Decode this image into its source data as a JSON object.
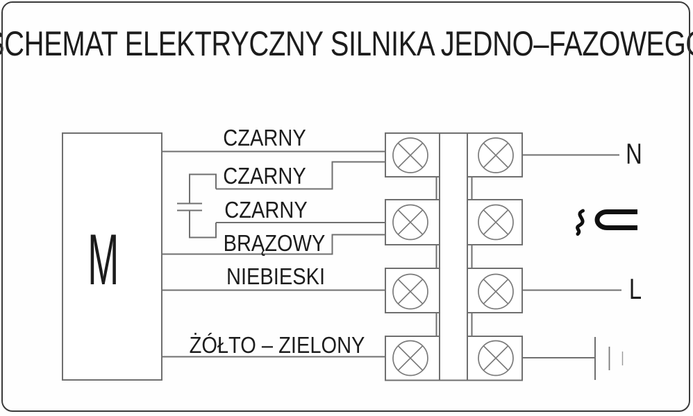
{
  "title": "SCHEMAT ELEKTRYCZNY SILNIKA JEDNO–FAZOWEGO",
  "motor": {
    "label": "M"
  },
  "wires": [
    {
      "id": "czarny-1",
      "label": "CZARNY"
    },
    {
      "id": "czarny-2",
      "label": "CZARNY"
    },
    {
      "id": "czarny-3",
      "label": "CZARNY"
    },
    {
      "id": "brazowy",
      "label": "BRĄZOWY"
    },
    {
      "id": "niebieski",
      "label": "NIEBIESKI"
    },
    {
      "id": "zolto-zielony",
      "label": "ŻÓŁTO – ZIELONY"
    }
  ],
  "terminal_block": {
    "rows": 4,
    "screws_per_row": 2,
    "screw_symbol": "terminal-screw-icon"
  },
  "supply": {
    "neutral_label": "N",
    "line_label": "L"
  },
  "icons": {
    "capacitor": "capacitor-icon",
    "terminal_screw": "terminal-screw-icon",
    "squiggle": "tilde-squiggle-icon",
    "u_bracket": "u-bracket-icon",
    "ground": "ground-icon"
  },
  "colors": {
    "line": "#6f6f6f",
    "text": "#1c1c1c",
    "symbol": "#0f0f0f",
    "border": "#3a3a3a",
    "background": "#fefefe"
  }
}
